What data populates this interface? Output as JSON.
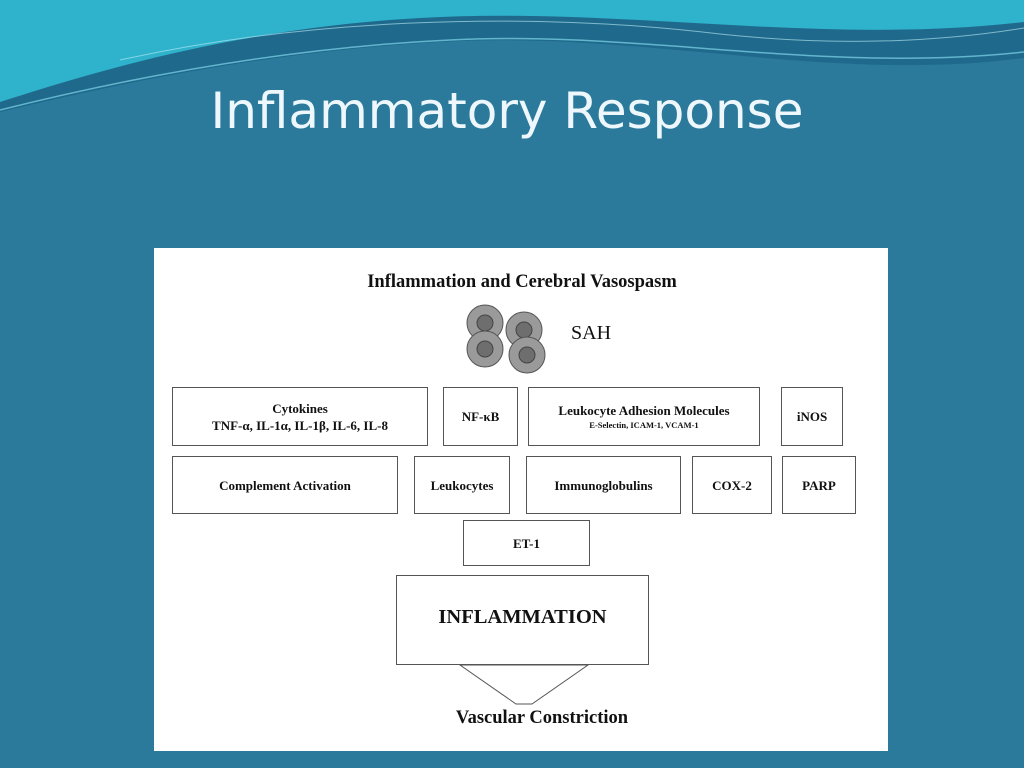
{
  "slide": {
    "title": "Inflammatory Response"
  },
  "figure": {
    "title": "Inflammation and Cerebral Vasospasm",
    "sah_label": "SAH",
    "boxes": {
      "cytokines": {
        "heading": "Cytokines",
        "detail": "TNF-α, IL-1α, IL-1β, IL-6, IL-8"
      },
      "nfkb": "NF-κB",
      "adhesion": {
        "heading": "Leukocyte Adhesion Molecules",
        "detail": "E-Selectin, ICAM-1, VCAM-1"
      },
      "inos": "iNOS",
      "complement": "Complement Activation",
      "leukocytes": "Leukocytes",
      "immunoglobulins": "Immunoglobulins",
      "cox2": "COX-2",
      "parp": "PARP",
      "et1": "ET-1"
    },
    "inflammation": "INFLAMMATION",
    "outcome": "Vascular Constriction"
  },
  "colors": {
    "background": "#2b7a9c",
    "title_text": "#eef8fc",
    "wave_light": "#2fb2cc",
    "cell_outer": "#9a9a9a",
    "cell_inner": "#6e6e6e"
  }
}
